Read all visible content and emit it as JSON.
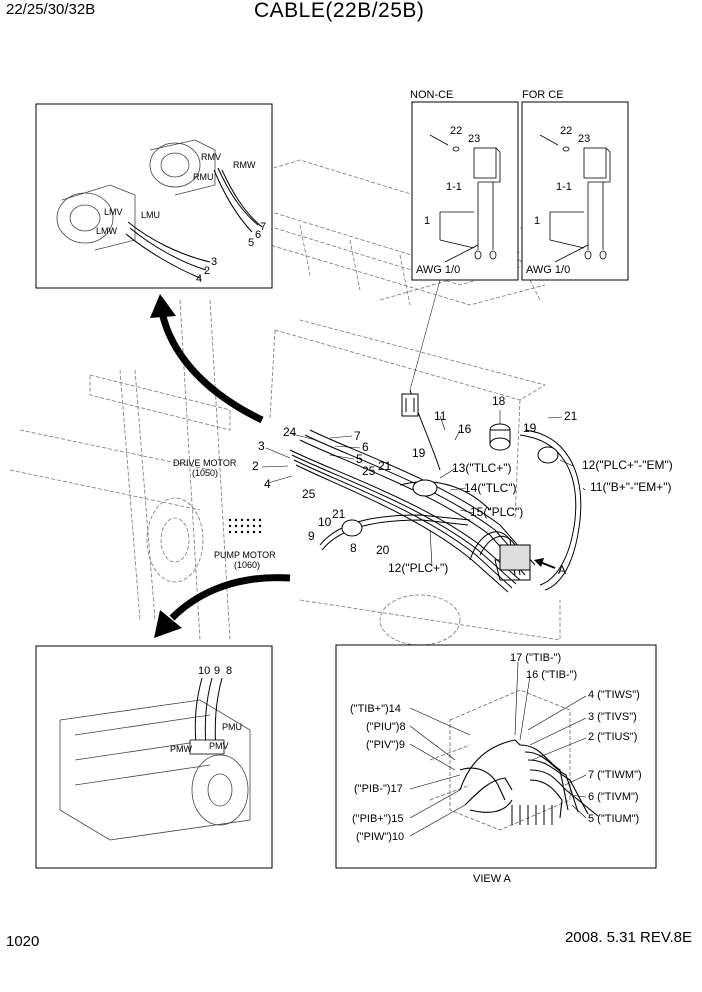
{
  "header": {
    "model": "22/25/30/32B",
    "title": "CABLE(22B/25B)"
  },
  "footer": {
    "page_number": "1020",
    "date_rev": "2008. 5.31  REV.8E"
  },
  "battery_panels": {
    "non_ce": {
      "title": "NON-CE",
      "awg": "AWG 1/0",
      "n22": "22",
      "n23": "23",
      "n1_1": "1-1",
      "n1": "1"
    },
    "for_ce": {
      "title": "FOR CE",
      "awg": "AWG 1/0",
      "n22": "22",
      "n23": "23",
      "n1_1": "1-1",
      "n1": "1"
    }
  },
  "drive_motor_detail": {
    "labels": [
      "RMV",
      "RMW",
      "RMU",
      "LMV",
      "LMU",
      "LMW"
    ],
    "numbers": [
      "7",
      "6",
      "5",
      "3",
      "2",
      "4"
    ]
  },
  "pump_motor_detail": {
    "labels": [
      "PMU",
      "PMW",
      "PMV"
    ],
    "numbers": [
      "10",
      "9",
      "8"
    ]
  },
  "main_callouts": {
    "drive_motor": "DRIVE MOTOR",
    "drive_motor_no": "(1050)",
    "pump_motor": "PUMP MOTOR",
    "pump_motor_no": "(1060)",
    "c3": "3",
    "c24": "24",
    "c7": "7",
    "c6": "6",
    "c2": "2",
    "c5": "5",
    "c25a": "25",
    "c21a": "21",
    "c4": "4",
    "c25b": "25",
    "c11": "11",
    "c16": "16",
    "c18": "18",
    "c21b": "21",
    "c19a": "19",
    "c19b": "19",
    "tlc_plus": "13(\"TLC+\")",
    "tlc_minus": "14(\"TLC\")",
    "plc_minus": "15(\"PLC\")",
    "plc_em": "12(\"PLC+\"-\"EM\")",
    "b_em": "11(\"B+\"-\"EM+\")",
    "c21c": "21",
    "c10": "10",
    "c9": "9",
    "c8": "8",
    "c20": "20",
    "plc_plus": "12(\"PLC+\")",
    "view_a_marker": "A"
  },
  "view_a": {
    "caption": "VIEW A",
    "left": [
      "(\"TIB+\")14",
      "(\"PIU\")8",
      "(\"PIV\")9",
      "(\"PIB-\")17",
      "(\"PIB+\")15",
      "(\"PIW\")10"
    ],
    "top": [
      "17 (\"TIB-\")",
      "16 (\"TIB-\")"
    ],
    "right": [
      "4 (\"TIWS\")",
      "3 (\"TIVS\")",
      "2 (\"TIUS\")",
      "7 (\"TIWM\")",
      "6 (\"TIVM\")",
      "5 (\"TIUM\")"
    ]
  }
}
